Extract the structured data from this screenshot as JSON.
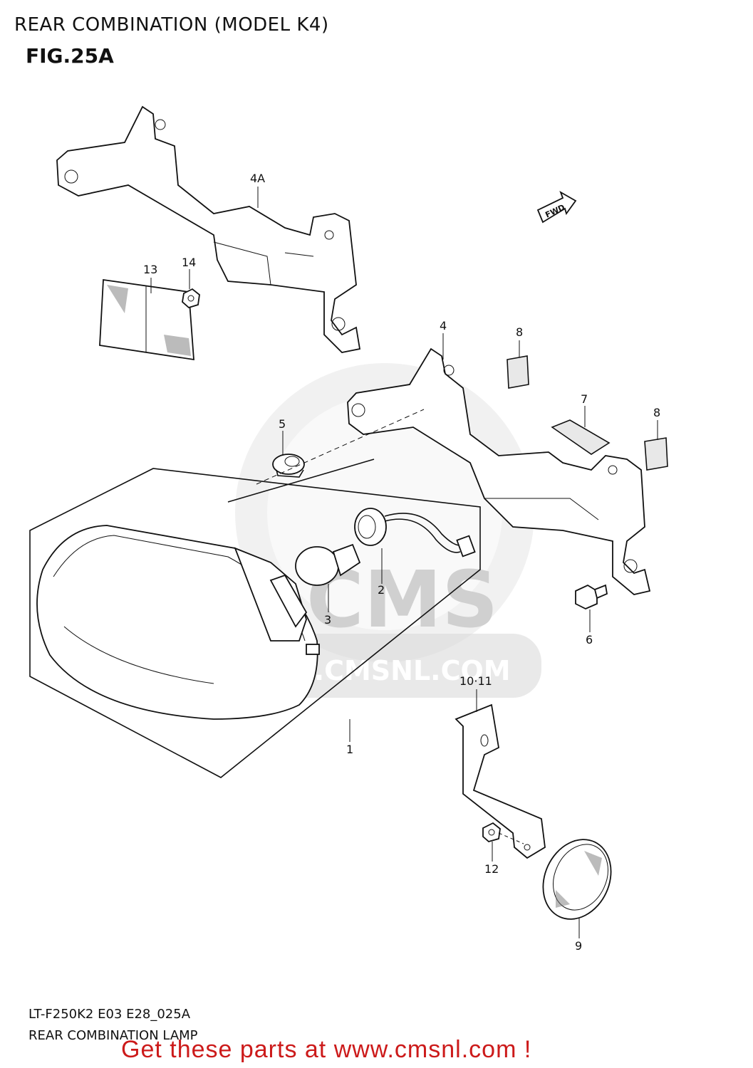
{
  "header": {
    "title": "REAR COMBINATION (MODEL K4)",
    "figure": "FIG.25A"
  },
  "direction_marker": {
    "label": "FWD"
  },
  "callouts": [
    {
      "id": "4A",
      "label": "4A"
    },
    {
      "id": "13",
      "label": "13"
    },
    {
      "id": "14",
      "label": "14"
    },
    {
      "id": "4",
      "label": "4"
    },
    {
      "id": "8a",
      "label": "8"
    },
    {
      "id": "7",
      "label": "7"
    },
    {
      "id": "8b",
      "label": "8"
    },
    {
      "id": "5",
      "label": "5"
    },
    {
      "id": "2",
      "label": "2"
    },
    {
      "id": "3",
      "label": "3"
    },
    {
      "id": "6",
      "label": "6"
    },
    {
      "id": "1",
      "label": "1"
    },
    {
      "id": "10-11",
      "label": "10·11"
    },
    {
      "id": "12",
      "label": "12"
    },
    {
      "id": "9",
      "label": "9"
    }
  ],
  "watermark": {
    "logo_text": "CMS",
    "url_text": "WWW.CMSNL.COM"
  },
  "footer": {
    "model_code": "LT-F250K2 E03 E28_025A",
    "caption": "REAR COMBINATION LAMP",
    "promo": "Get these parts at www.cmsnl.com !"
  },
  "colors": {
    "promo": "#cc1a1a",
    "watermark": "#d7d7d7",
    "line": "#111111"
  }
}
